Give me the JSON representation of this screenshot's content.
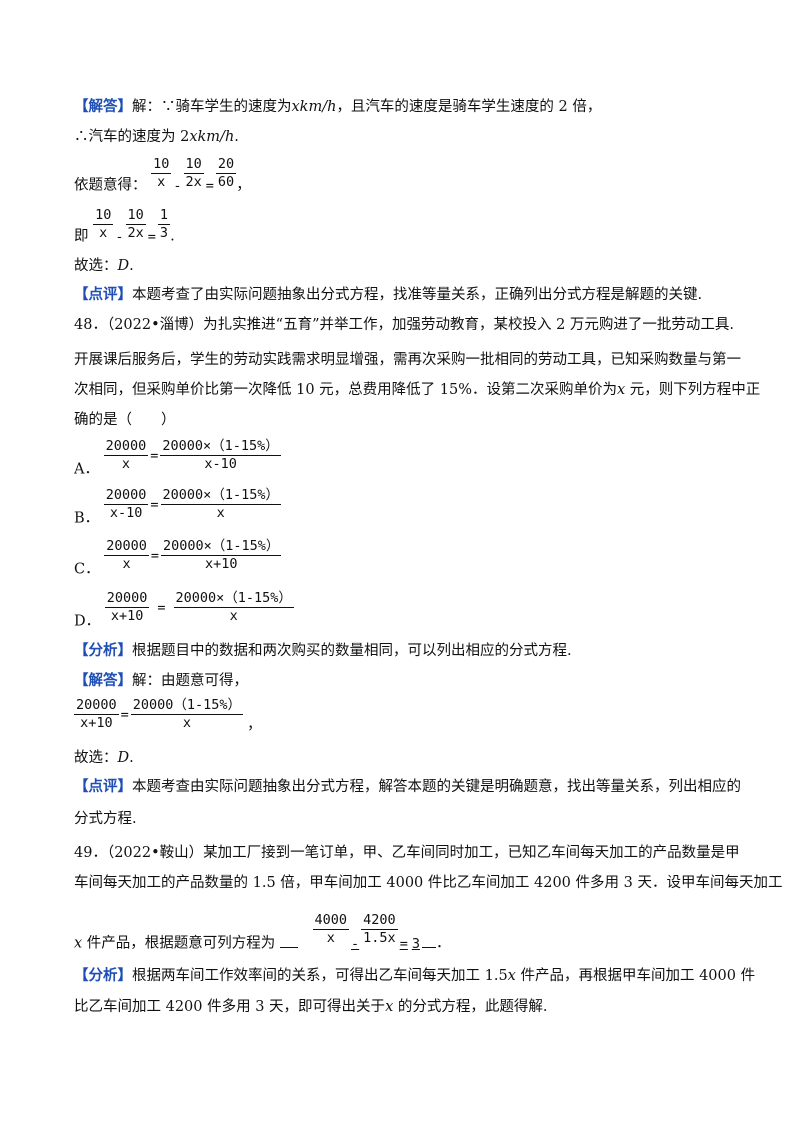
{
  "q47_solution": {
    "tag": "【解答】",
    "line1": "解：∵骑车学生的速度为",
    "var1": "xkm/h",
    "line1b": "，且汽车的速度是骑车学生速度的 2 倍，",
    "line2a": "∴汽车的速度为 2",
    "var2": "xkm/h",
    "line2b": ".",
    "eq1_prefix": "依题意得：",
    "eq1": {
      "n1": "10",
      "d1": "x",
      "op1": "-",
      "n2": "10",
      "d2": "2x",
      "op2": "=",
      "n3": "20",
      "d3": "60",
      "tail": "，"
    },
    "eq2_prefix": "即",
    "eq2": {
      "n1": "10",
      "d1": "x",
      "op1": "-",
      "n2": "10",
      "d2": "2x",
      "op2": "=",
      "n3": "1",
      "d3": "3",
      "tail": "."
    },
    "choice_prefix": "故选：",
    "choice": "D",
    "choice_tail": "."
  },
  "q47_review": {
    "tag": "【点评】",
    "text": "本题考查了由实际问题抽象出分式方程，找准等量关系，正确列出分式方程是解题的关键."
  },
  "q48": {
    "header": "48．（2022•淄博）为扎实推进“五育”并举工作，加强劳动教育，某校投入 2 万元购进了一批劳动工具.",
    "line2": "开展课后服务后，学生的劳动实践需求明显增强，需再次采购一批相同的劳动工具，已知采购数量与第一",
    "line3": "次相同，但采购单价比第一次降低 10 元，总费用降低了 15%．设第二次采购单价为",
    "line3_var": "x",
    "line3b": " 元，则下列方程中正",
    "line4": "确的是（　　）",
    "options": [
      {
        "label": "A．",
        "ln": "20000",
        "ld": "x",
        "op": "=",
        "rn": "20000×（1-15%）",
        "rd": "x-10"
      },
      {
        "label": "B．",
        "ln": "20000",
        "ld": "x-10",
        "op": "=",
        "rn": "20000×（1-15%）",
        "rd": "x"
      },
      {
        "label": "C．",
        "ln": "20000",
        "ld": "x",
        "op": "=",
        "rn": "20000×（1-15%）",
        "rd": "x+10"
      },
      {
        "label": "D．",
        "ln": "20000",
        "ld": "x+10",
        "op": "=",
        "rn": "20000×（1-15%）",
        "rd": "x"
      }
    ],
    "analysis_tag": "【分析】",
    "analysis": "根据题目中的数据和两次购买的数量相同，可以列出相应的分式方程.",
    "solution_tag": "【解答】",
    "solution": "解：由题意可得，",
    "sol_eq": {
      "ln": "20000",
      "ld": "x+10",
      "op": "=",
      "rn": "20000（1-15%）",
      "rd": "x",
      "tail": "，"
    },
    "choice_prefix": "故选：",
    "choice": "D",
    "choice_tail": ".",
    "review_tag": "【点评】",
    "review1": "本题考查由实际问题抽象出分式方程，解答本题的关键是明确题意，找出等量关系，列出相应的",
    "review2": "分式方程."
  },
  "q49": {
    "header": "49．（2022•鞍山）某加工厂接到一笔订单，甲、乙车间同时加工，已知乙车间每天加工的产品数量是甲",
    "line2": "车间每天加工的产品数量的 1.5 倍，甲车间加工 4000 件比乙车间加工 4200 件多用 3 天．设甲车间每天加工",
    "line3_var": "x",
    "line3": " 件产品，根据题意可列方程为",
    "ans": {
      "n1": "4000",
      "d1": "x",
      "op1": "-",
      "n2": "4200",
      "d2": "1.5x",
      "op2": "=",
      "rhs": "3"
    },
    "line3_tail": "．",
    "analysis_tag": "【分析】",
    "analysis1a": "根据两车间工作效率间的关系，可得出乙车间每天加工 1.5",
    "analysis1_var": "x",
    "analysis1b": " 件产品，再根据甲车间加工 4000 件",
    "analysis2a": "比乙车间加工 4200 件多用 3 天，即可得出关于",
    "analysis2_var": "x",
    "analysis2b": " 的分式方程，此题得解."
  }
}
